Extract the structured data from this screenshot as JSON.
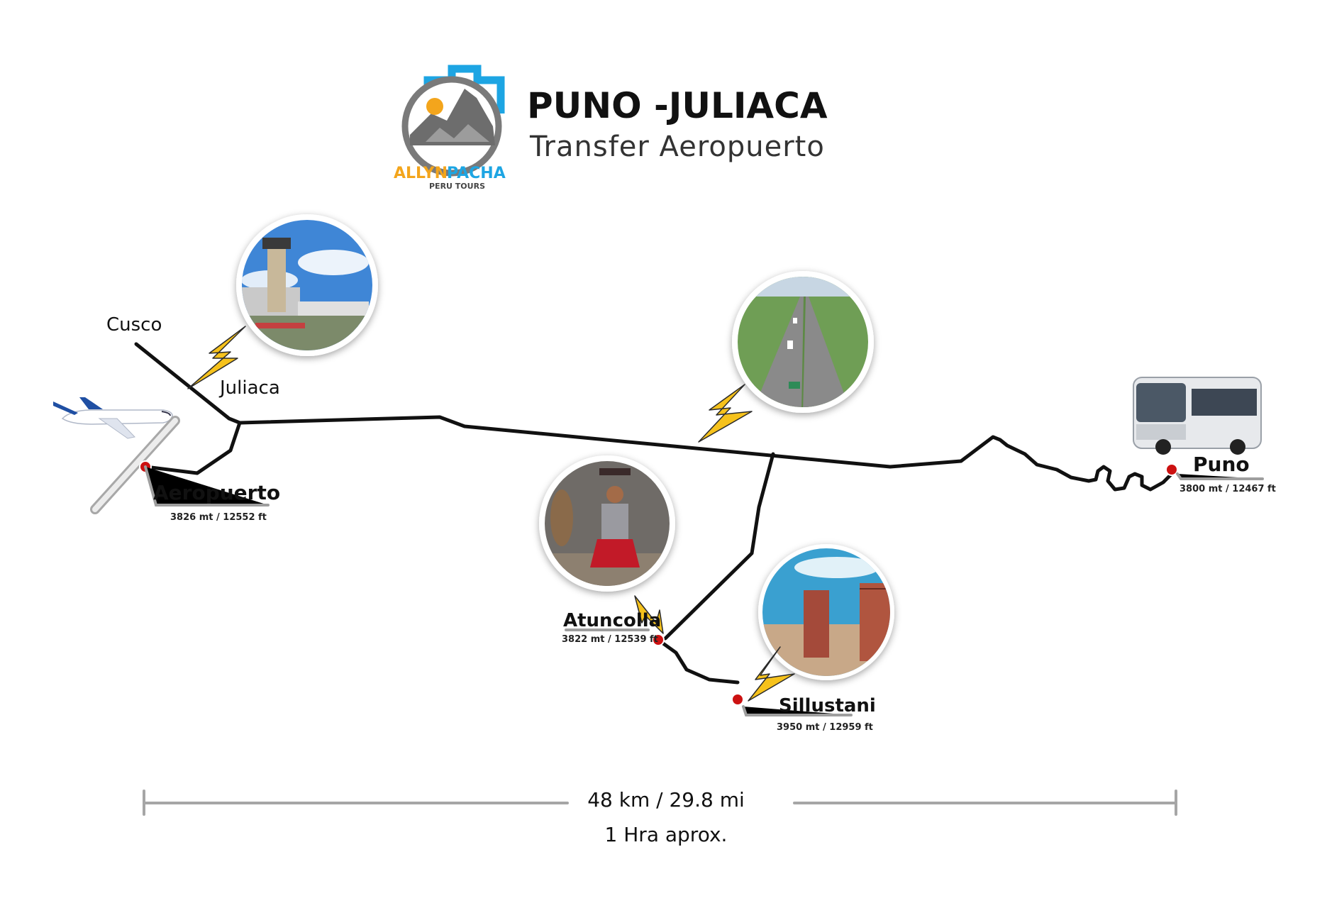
{
  "header": {
    "title": "PUNO -JULIACA",
    "subtitle": "Transfer Aeropuerto"
  },
  "logo": {
    "brand_first": "ALLYN",
    "brand_second": "PACHA",
    "tagline": "PERU TOURS",
    "colors": {
      "frame": "#1da5e3",
      "mountain": "#666666",
      "sun": "#f3a51c"
    }
  },
  "places": {
    "cusco": {
      "name": "Cusco"
    },
    "juliaca": {
      "name": "Juliaca"
    },
    "airport": {
      "name": "Aeropuerto",
      "altitude": "3826 mt / 12552 ft"
    },
    "puno": {
      "name": "Puno",
      "altitude": "3800 mt / 12467 ft"
    },
    "atuncolla": {
      "name": "Atuncolla",
      "altitude": "3822 mt / 12539 ft"
    },
    "sillustani": {
      "name": "Sillustani",
      "altitude": "3950 mt / 12959 ft"
    }
  },
  "photos": [
    {
      "name": "airport-tower-photo"
    },
    {
      "name": "highway-photo"
    },
    {
      "name": "atuncolla-woman-llama-photo"
    },
    {
      "name": "sillustani-towers-photo"
    }
  ],
  "icons": [
    "airplane-icon",
    "bus-icon",
    "pointer-arrow-icon",
    "stop-marker-icon"
  ],
  "trip": {
    "distance": "48 km / 29.8 mi",
    "duration": "1 Hra aprox."
  },
  "colors": {
    "route": "#111111",
    "marker": "#cc1111",
    "pointer": "#f6c21c",
    "scale": "#a6a6a6"
  }
}
